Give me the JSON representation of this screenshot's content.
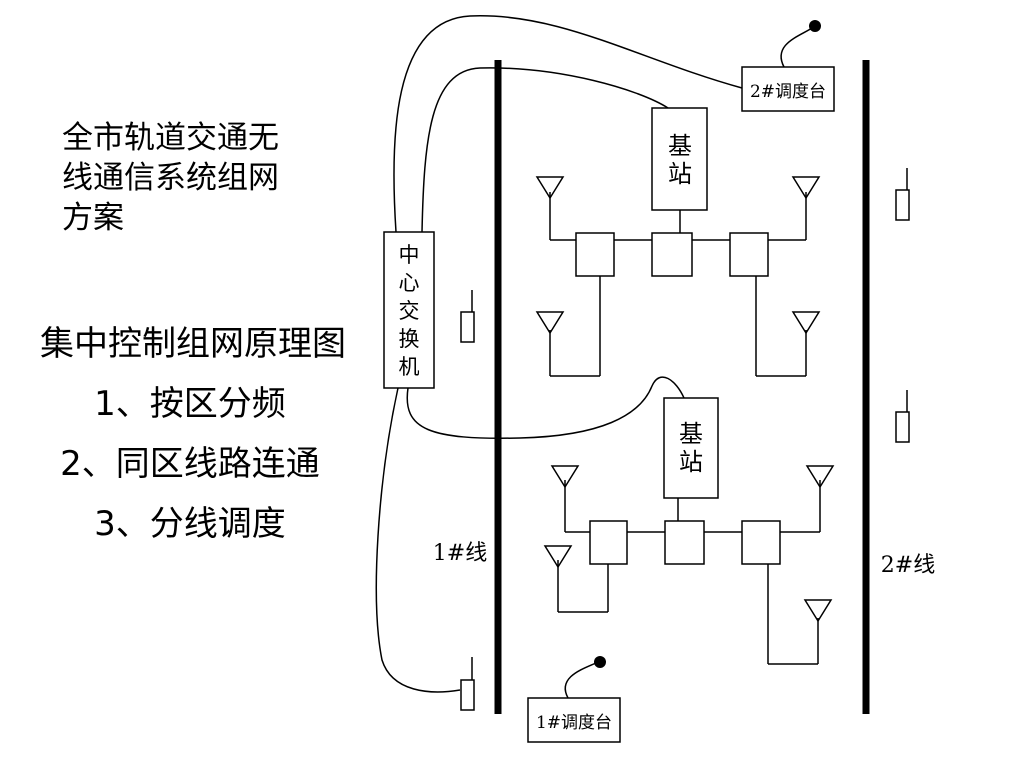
{
  "title_lines": [
    "全市轨道交通无",
    "线通信系统组网",
    "方案"
  ],
  "principle": {
    "heading": "集中控制组网原理图",
    "items": [
      "1、按区分频",
      "2、同区线路连通",
      "3、分线调度"
    ]
  },
  "diagram": {
    "center_switch": [
      "中",
      "心",
      "交",
      "换",
      "机"
    ],
    "base_station": [
      "基",
      "站"
    ],
    "console_1": "1#调度台",
    "console_2": "2#调度台",
    "line_1": "1#线",
    "line_2": "2#线"
  }
}
